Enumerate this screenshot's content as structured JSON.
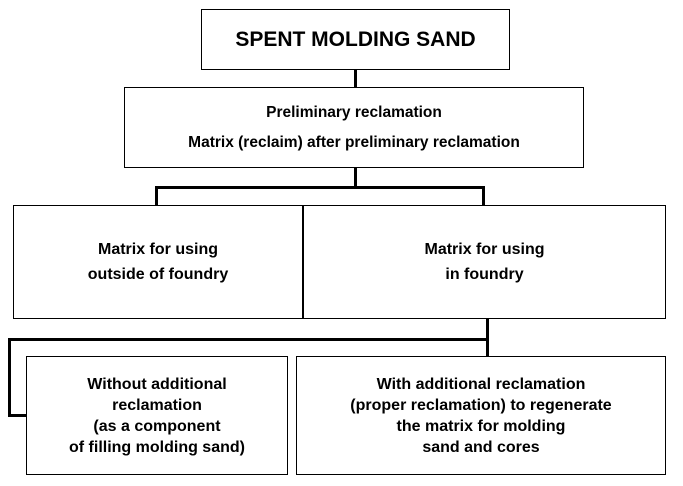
{
  "diagram": {
    "root": {
      "lines": [
        "SPENT MOLDING SAND"
      ]
    },
    "preliminary": {
      "lines": [
        "Preliminary reclamation",
        "Matrix (reclaim) after preliminary reclamation"
      ]
    },
    "outside_foundry": {
      "lines": [
        "Matrix for using",
        "outside of foundry"
      ]
    },
    "in_foundry": {
      "lines": [
        "Matrix for using",
        "in foundry"
      ]
    },
    "without_additional": {
      "lines": [
        "Without additional",
        "reclamation",
        "(as a component",
        "of filling molding sand)"
      ]
    },
    "with_additional": {
      "lines": [
        "With additional reclamation",
        "(proper reclamation) to regenerate",
        "the matrix for molding",
        "sand and cores"
      ]
    }
  }
}
